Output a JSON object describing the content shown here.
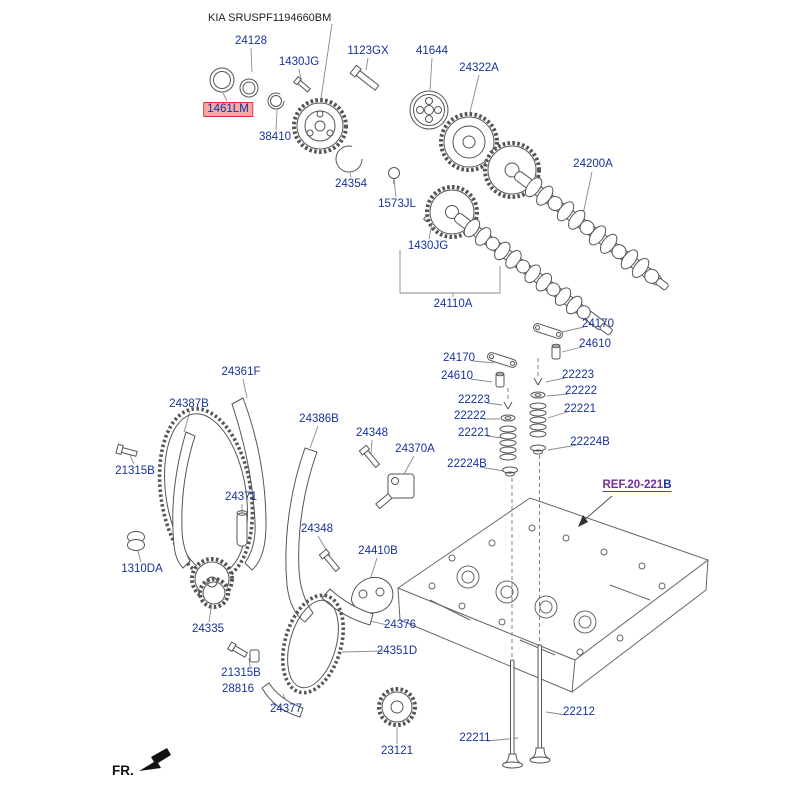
{
  "header": {
    "watermark": "KIA SRUSPF1194660BM"
  },
  "colors": {
    "part_label": "#16339e",
    "ref_purple": "#7030a0",
    "highlight_fill": "#f4a9a9",
    "highlight_border": "#e03030",
    "line_art": "#555555"
  },
  "ref": {
    "prefix": "REF.20-221",
    "suffix": "B"
  },
  "footer": {
    "fr_label": "FR."
  },
  "parts": {
    "p24128": "24128",
    "p1430jg_top": "1430JG",
    "p1123gx": "1123GX",
    "p41644": "41644",
    "p24322a": "24322A",
    "p1461lm": "1461LM",
    "p38410": "38410",
    "p24354": "24354",
    "p1573jl": "1573JL",
    "p1430jg_mid": "1430JG",
    "p24200a": "24200A",
    "p24110a": "24110A",
    "p24170_r": "24170",
    "p24610_r": "24610",
    "p24170_l": "24170",
    "p24610_l": "24610",
    "p22223_r": "22223",
    "p22222_r": "22222",
    "p22221_r": "22221",
    "p22223_l": "22223",
    "p22222_l": "22222",
    "p22221_l": "22221",
    "p24361f": "24361F",
    "p24387b": "24387B",
    "p24386b": "24386B",
    "p24348_u": "24348",
    "p24370a": "24370A",
    "p22224b_r": "22224B",
    "p22224b_l": "22224B",
    "p21315b_u": "21315B",
    "p24371": "24371",
    "p24348_l": "24348",
    "p24410b": "24410B",
    "p1310da": "1310DA",
    "p24335": "24335",
    "p24376": "24376",
    "p24351d": "24351D",
    "p21315b_b": "21315B",
    "p28816": "28816",
    "p24377": "24377",
    "p23121": "23121",
    "p22212": "22212",
    "p22211": "22211"
  }
}
